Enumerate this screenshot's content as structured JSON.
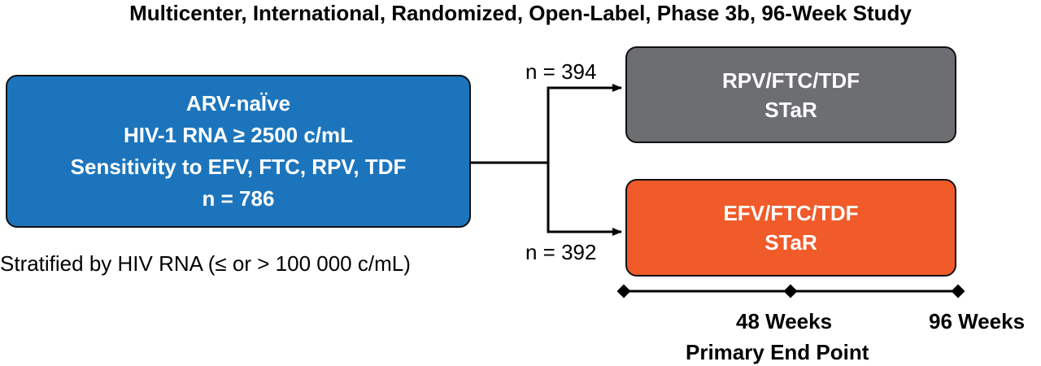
{
  "title": "Multicenter, International, Randomized, Open-Label, Phase 3b, 96-Week Study",
  "population": {
    "lines": [
      "ARV-naÏve",
      "HIV-1 RNA ≥ 2500 c/mL",
      "Sensitivity to EFV, FTC, RPV, TDF",
      "n = 786"
    ],
    "note": "Stratified by HIV RNA (≤ or > 100 000 c/mL)"
  },
  "arms": [
    {
      "n_label": "n = 394",
      "lines": [
        "RPV/FTC/TDF",
        "STaR"
      ],
      "color": "#6d6e71"
    },
    {
      "n_label": "n = 392",
      "lines": [
        "EFV/FTC/TDF",
        "STaR"
      ],
      "color": "#f15a29"
    }
  ],
  "population_color": "#1c75bc",
  "timeline": {
    "week48": "48 Weeks",
    "week48_sub": "Primary End Point",
    "week96": "96 Weeks"
  }
}
